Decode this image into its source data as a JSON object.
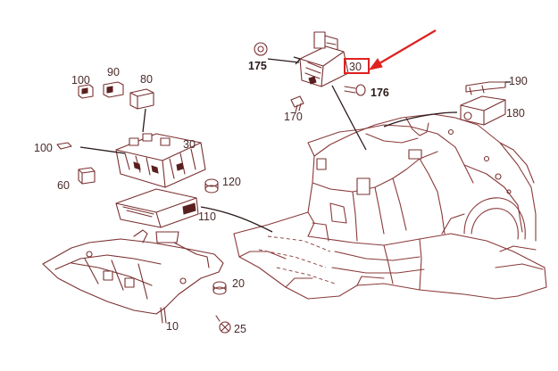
{
  "parts": {
    "p10": "10",
    "p20": "20",
    "p25": "25",
    "p30_left": "30",
    "p30_top": "30",
    "p60": "60",
    "p80": "80",
    "p90": "90",
    "p100_top": "100",
    "p100_left": "100",
    "p110": "110",
    "p120": "120",
    "p170": "170",
    "p175": "175",
    "p176": "176",
    "p180": "180",
    "p190": "190"
  },
  "highlight": {
    "part": "30",
    "color": "#e02020"
  }
}
